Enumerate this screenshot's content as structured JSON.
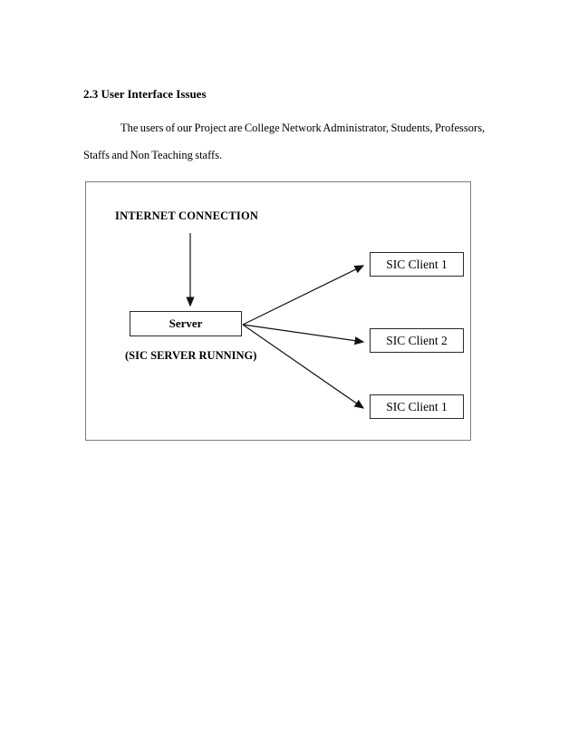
{
  "document": {
    "heading": "2.3 User Interface Issues",
    "paragraph_lines": [
      "The users of our Project are College Network Administrator, Students, Professors,",
      "Staffs and Non Teaching staffs."
    ]
  },
  "diagram": {
    "internet_label": "INTERNET CONNECTION",
    "server": {
      "label": "Server",
      "caption": "(SIC SERVER RUNNING)"
    },
    "clients": [
      {
        "label": "SIC Client 1"
      },
      {
        "label": "SIC Client 2"
      },
      {
        "label": "SIC Client 1"
      }
    ]
  },
  "colors": {
    "text": "#000000",
    "frame_border": "#7d7d7d",
    "box_border": "#2a2a2a",
    "arrow": "#111111",
    "background": "#ffffff"
  }
}
